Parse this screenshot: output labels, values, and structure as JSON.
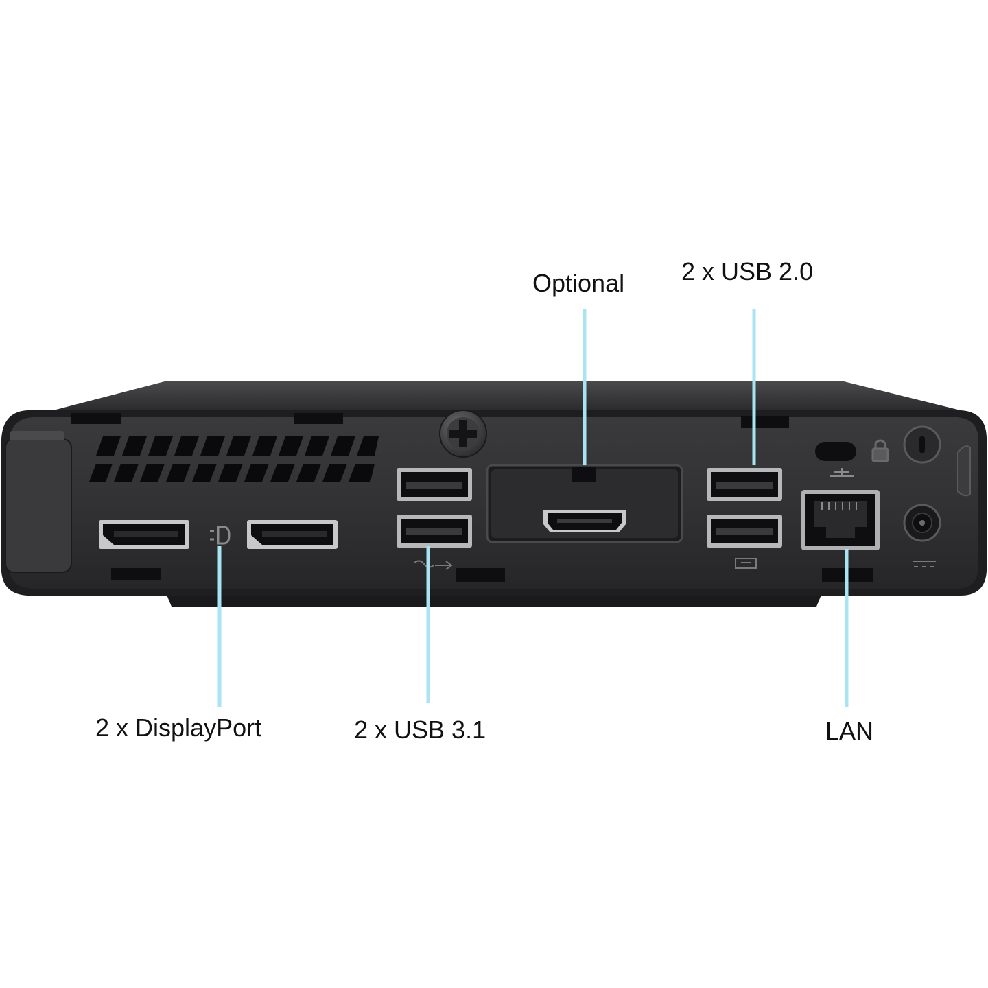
{
  "callouts": {
    "optional": "Optional",
    "usb20": "2 x USB 2.0",
    "displayport": "2 x DisplayPort",
    "usb31": "2 x USB 3.1",
    "lan": "LAN"
  },
  "colors": {
    "leader_line": "#a8e4f2",
    "chassis": "#2e2e30",
    "chassis_dark": "#1c1c1e",
    "chassis_top": "#3a3a3c",
    "port_outline": "#9a9a9c",
    "background": "#ffffff"
  },
  "icons": [
    "displayport-icon",
    "superspeed-usb-icon",
    "usb-icon",
    "network-icon",
    "lock-icon",
    "power-dc-icon",
    "thumbscrew-icon"
  ]
}
